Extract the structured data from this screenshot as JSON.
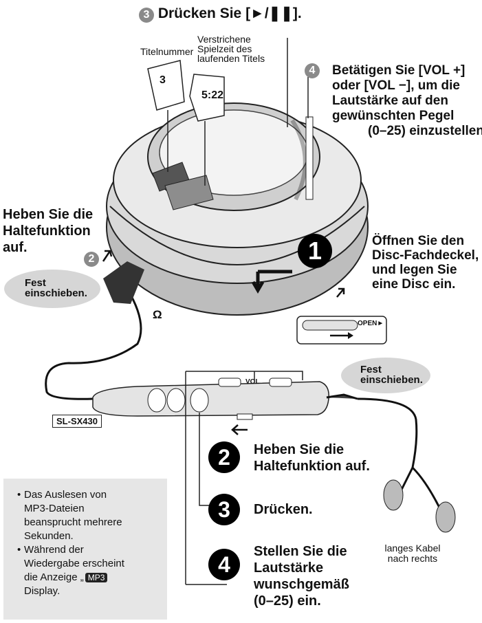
{
  "steps": {
    "step3_top": {
      "number": "3",
      "text": "Drücken Sie [►/❚❚]."
    },
    "step4_top": {
      "number": "4",
      "text_lines": [
        "Betätigen Sie [VOL +]",
        "oder [VOL −], um die",
        "Lautstärke auf den",
        "gewünschten Pegel",
        "(0–25) einzustellen."
      ]
    },
    "step1": {
      "number": "❶",
      "text_lines": [
        "Öffnen Sie den",
        "Disc-Fachdeckel,",
        "und legen Sie",
        "eine Disc ein."
      ]
    },
    "step2_left": {
      "number": "2",
      "text_lines": [
        "Heben Sie die",
        "Haltefunktion",
        "auf."
      ]
    },
    "step2_bottom": {
      "number": "2",
      "text_lines": [
        "Heben Sie die",
        "Haltefunktion auf."
      ]
    },
    "step3_bottom": {
      "number": "3",
      "text": "Drücken."
    },
    "step4_bottom": {
      "number": "4",
      "text_lines": [
        "Stellen Sie die",
        "Lautstärke",
        "wunschgemäß",
        "(0–25) ein."
      ]
    }
  },
  "display": {
    "title_label": "Titelnummer",
    "title_value": "3",
    "time_label_lines": [
      "Verstrichene",
      "Spielzeit des",
      "laufenden Titels"
    ],
    "time_value": "5:22"
  },
  "callouts": {
    "left_fest": [
      "Fest",
      "einschieben."
    ],
    "right_fest": [
      "Fest",
      "einschieben."
    ]
  },
  "device": {
    "remote_model": "SL-SX430",
    "vol_label": "VOL",
    "open_label": "OPEN►",
    "headphone_symbol": "Ω",
    "arrow_symbol": "→"
  },
  "earphones": {
    "caption_lines": [
      "langes Kabel",
      "nach rechts"
    ]
  },
  "note": {
    "items": [
      [
        "Das Auslesen von",
        "MP3-Dateien",
        "beansprucht mehrere",
        "Sekunden."
      ],
      [
        "Während der",
        "Wiedergabe erscheint",
        "die Anzeige „",
        "Display."
      ]
    ],
    "badge": "MP3"
  },
  "colors": {
    "gray_circle": "#8a8a8a",
    "cloud": "#d6d6d6",
    "note_bg": "#e6e6e6",
    "device_body": "#dcdcdc"
  }
}
